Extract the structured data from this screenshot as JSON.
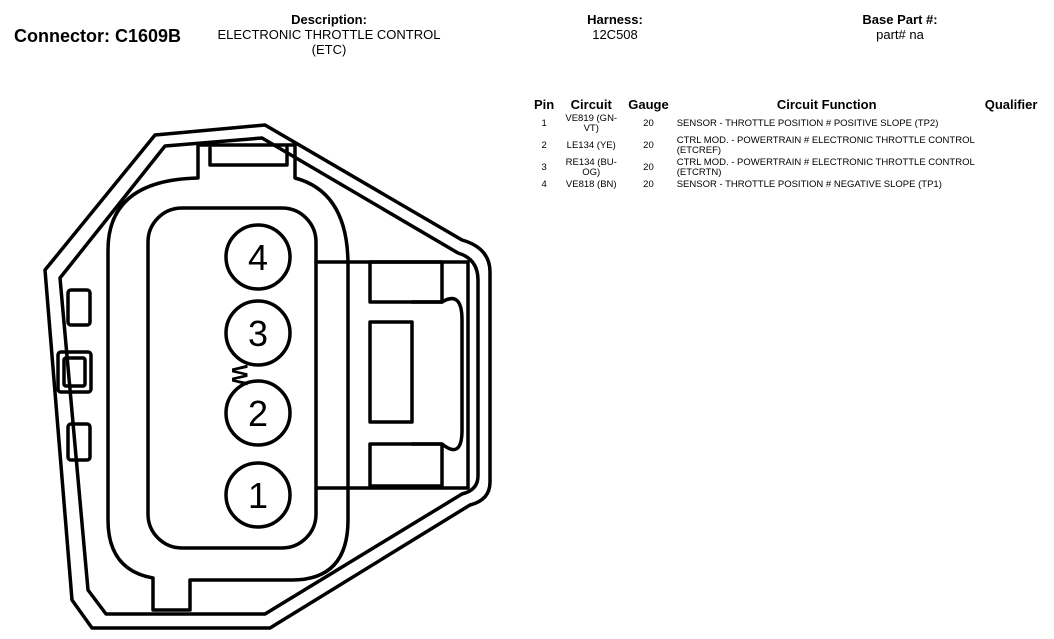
{
  "connector": {
    "title": "Connector: C1609B"
  },
  "header": {
    "description_label": "Description:",
    "description_value": "ELECTRONIC THROTTLE CONTROL (ETC)",
    "harness_label": "Harness:",
    "harness_value": "12C508",
    "base_part_label": "Base Part #:",
    "base_part_value": "part# na"
  },
  "table": {
    "columns": [
      "Pin",
      "Circuit",
      "Gauge",
      "Circuit Function",
      "Qualifier"
    ],
    "rows": [
      {
        "pin": "1",
        "circuit": "VE819 (GN-VT)",
        "gauge": "20",
        "function": "SENSOR - THROTTLE POSITION # POSITIVE SLOPE (TP2)",
        "qualifier": ""
      },
      {
        "pin": "2",
        "circuit": "LE134 (YE)",
        "gauge": "20",
        "function": "CTRL MOD. - POWERTRAIN # ELECTRONIC THROTTLE CONTROL (ETCREF)",
        "qualifier": ""
      },
      {
        "pin": "3",
        "circuit": "RE134 (BU-OG)",
        "gauge": "20",
        "function": "CTRL MOD. - POWERTRAIN # ELECTRONIC THROTTLE CONTROL (ETCRTN)",
        "qualifier": ""
      },
      {
        "pin": "4",
        "circuit": "VE818 (BN)",
        "gauge": "20",
        "function": "SENSOR - THROTTLE POSITION # NEGATIVE SLOPE (TP1)",
        "qualifier": ""
      }
    ]
  },
  "diagram": {
    "pin_labels": [
      "4",
      "3",
      "2",
      "1"
    ],
    "key_mark": "W"
  }
}
